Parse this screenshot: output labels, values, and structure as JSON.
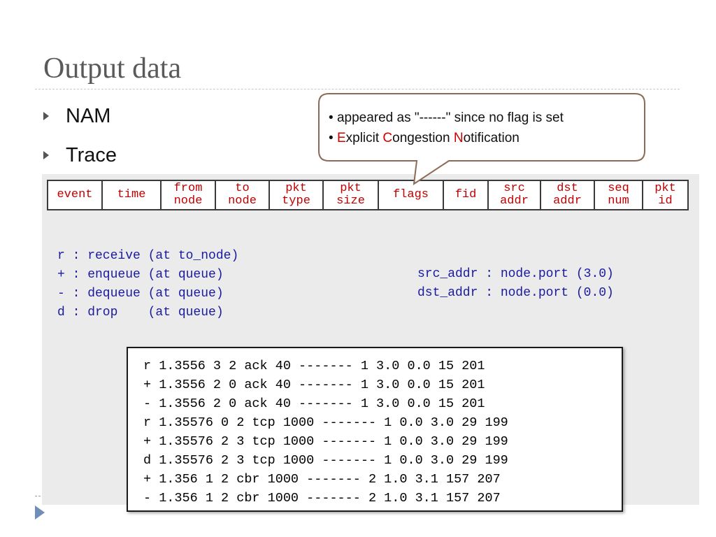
{
  "slide": {
    "title": "Output data",
    "bullets": [
      "NAM",
      "Trace"
    ]
  },
  "callout": {
    "line1": "appeared as \"------\" since no flag is set",
    "line2_parts": [
      "E",
      "xplicit ",
      "C",
      "ongestion ",
      "N",
      "otification"
    ]
  },
  "fields": [
    "event",
    "time",
    "from\nnode",
    "to\nnode",
    "pkt\ntype",
    "pkt\nsize",
    "flags",
    "fid",
    "src\naddr",
    "dst\naddr",
    "seq\nnum",
    "pkt\nid"
  ],
  "legend": [
    "r : receive (at to_node)",
    "+ : enqueue (at queue)",
    "- : dequeue (at queue)",
    "d : drop    (at queue)"
  ],
  "addr_legend": [
    "src_addr : node.port (3.0)",
    "dst_addr : node.port (0.0)"
  ],
  "trace_lines": [
    "r 1.3556 3 2 ack 40 ------- 1 3.0 0.0 15 201",
    "+ 1.3556 2 0 ack 40 ------- 1 3.0 0.0 15 201",
    "- 1.3556 2 0 ack 40 ------- 1 3.0 0.0 15 201",
    "r 1.35576 0 2 tcp 1000 ------- 1 0.0 3.0 29 199",
    "+ 1.35576 2 3 tcp 1000 ------- 1 0.0 3.0 29 199",
    "d 1.35576 2 3 tcp 1000 ------- 1 0.0 3.0 29 199",
    "+ 1.356 1 2 cbr 1000 ------- 2 1.0 3.1 157 207",
    "- 1.356 1 2 cbr 1000 ------- 2 1.0 3.1 157 207"
  ],
  "colors": {
    "title": "#5a5a5a",
    "field_text": "#c00000",
    "legend_text": "#1a1aa0",
    "emphasis": "#d00000",
    "panel": "#ebebeb",
    "accent_triangle": "#6f8fb8"
  }
}
